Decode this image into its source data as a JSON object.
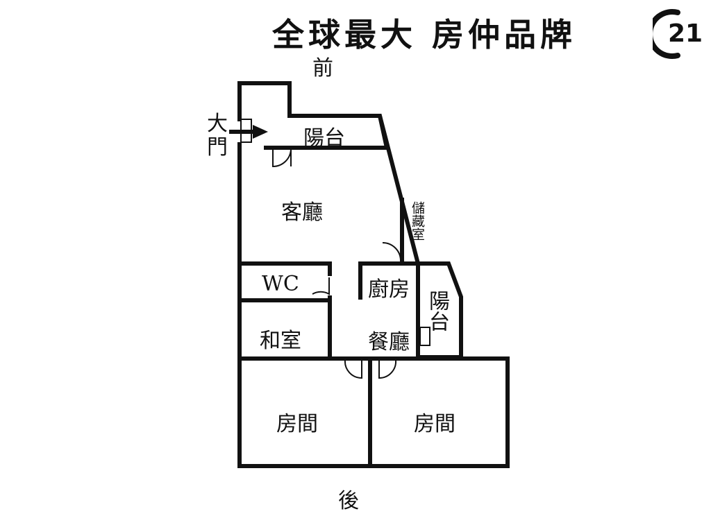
{
  "header": {
    "slogan": "全球最大 房仲品牌",
    "logo_text": "21"
  },
  "directions": {
    "front": "前",
    "back": "後"
  },
  "entrance": {
    "label_line1": "大",
    "label_line2": "門"
  },
  "rooms": {
    "balcony_front": "陽台",
    "living_room": "客廳",
    "storage_room": "儲藏室",
    "wc": "WC",
    "kitchen": "廚房",
    "balcony_side": "陽台",
    "washitsu": "和室",
    "dining_room": "餐廳",
    "bedroom_left": "房間",
    "bedroom_right": "房間"
  }
}
